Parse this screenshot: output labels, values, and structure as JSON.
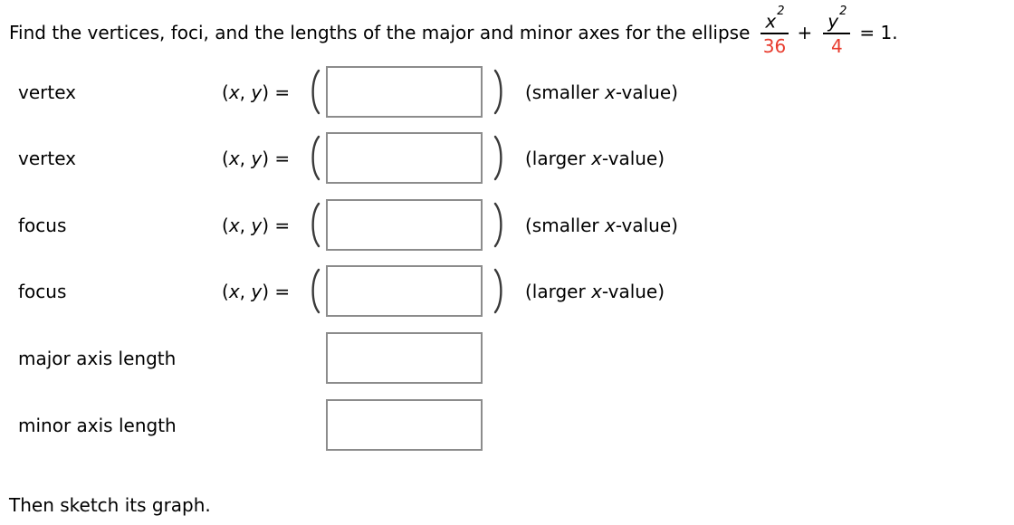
{
  "title": {
    "prefix": "Find the vertices, foci, and the lengths of the major and minor axes for the ellipse",
    "fraction1": {
      "numerator_var": "x",
      "exponent": "2",
      "denominator": "36"
    },
    "plus": "+",
    "fraction2": {
      "numerator_var": "y",
      "exponent": "2",
      "denominator": "4"
    },
    "suffix": "= 1."
  },
  "colors": {
    "denominator_red": "#e83b2d",
    "box_border_gray": "#8c8c8c",
    "text": "#000000"
  },
  "xy_label": {
    "open": "(",
    "x": "x",
    "comma": ", ",
    "y": "y",
    "close": ") = "
  },
  "rows": [
    {
      "label": "vertex",
      "value": "",
      "hint_pre": "(smaller ",
      "hint_var": "x",
      "hint_post": "-value)"
    },
    {
      "label": "vertex",
      "value": "",
      "hint_pre": "(larger ",
      "hint_var": "x",
      "hint_post": "-value)"
    },
    {
      "label": "focus",
      "value": "",
      "hint_pre": "(smaller ",
      "hint_var": "x",
      "hint_post": "-value)"
    },
    {
      "label": "focus",
      "value": "",
      "hint_pre": "(larger ",
      "hint_var": "x",
      "hint_post": "-value)"
    },
    {
      "label": "major axis length",
      "value": ""
    },
    {
      "label": "minor axis length",
      "value": ""
    }
  ],
  "footer": "Then sketch its graph."
}
